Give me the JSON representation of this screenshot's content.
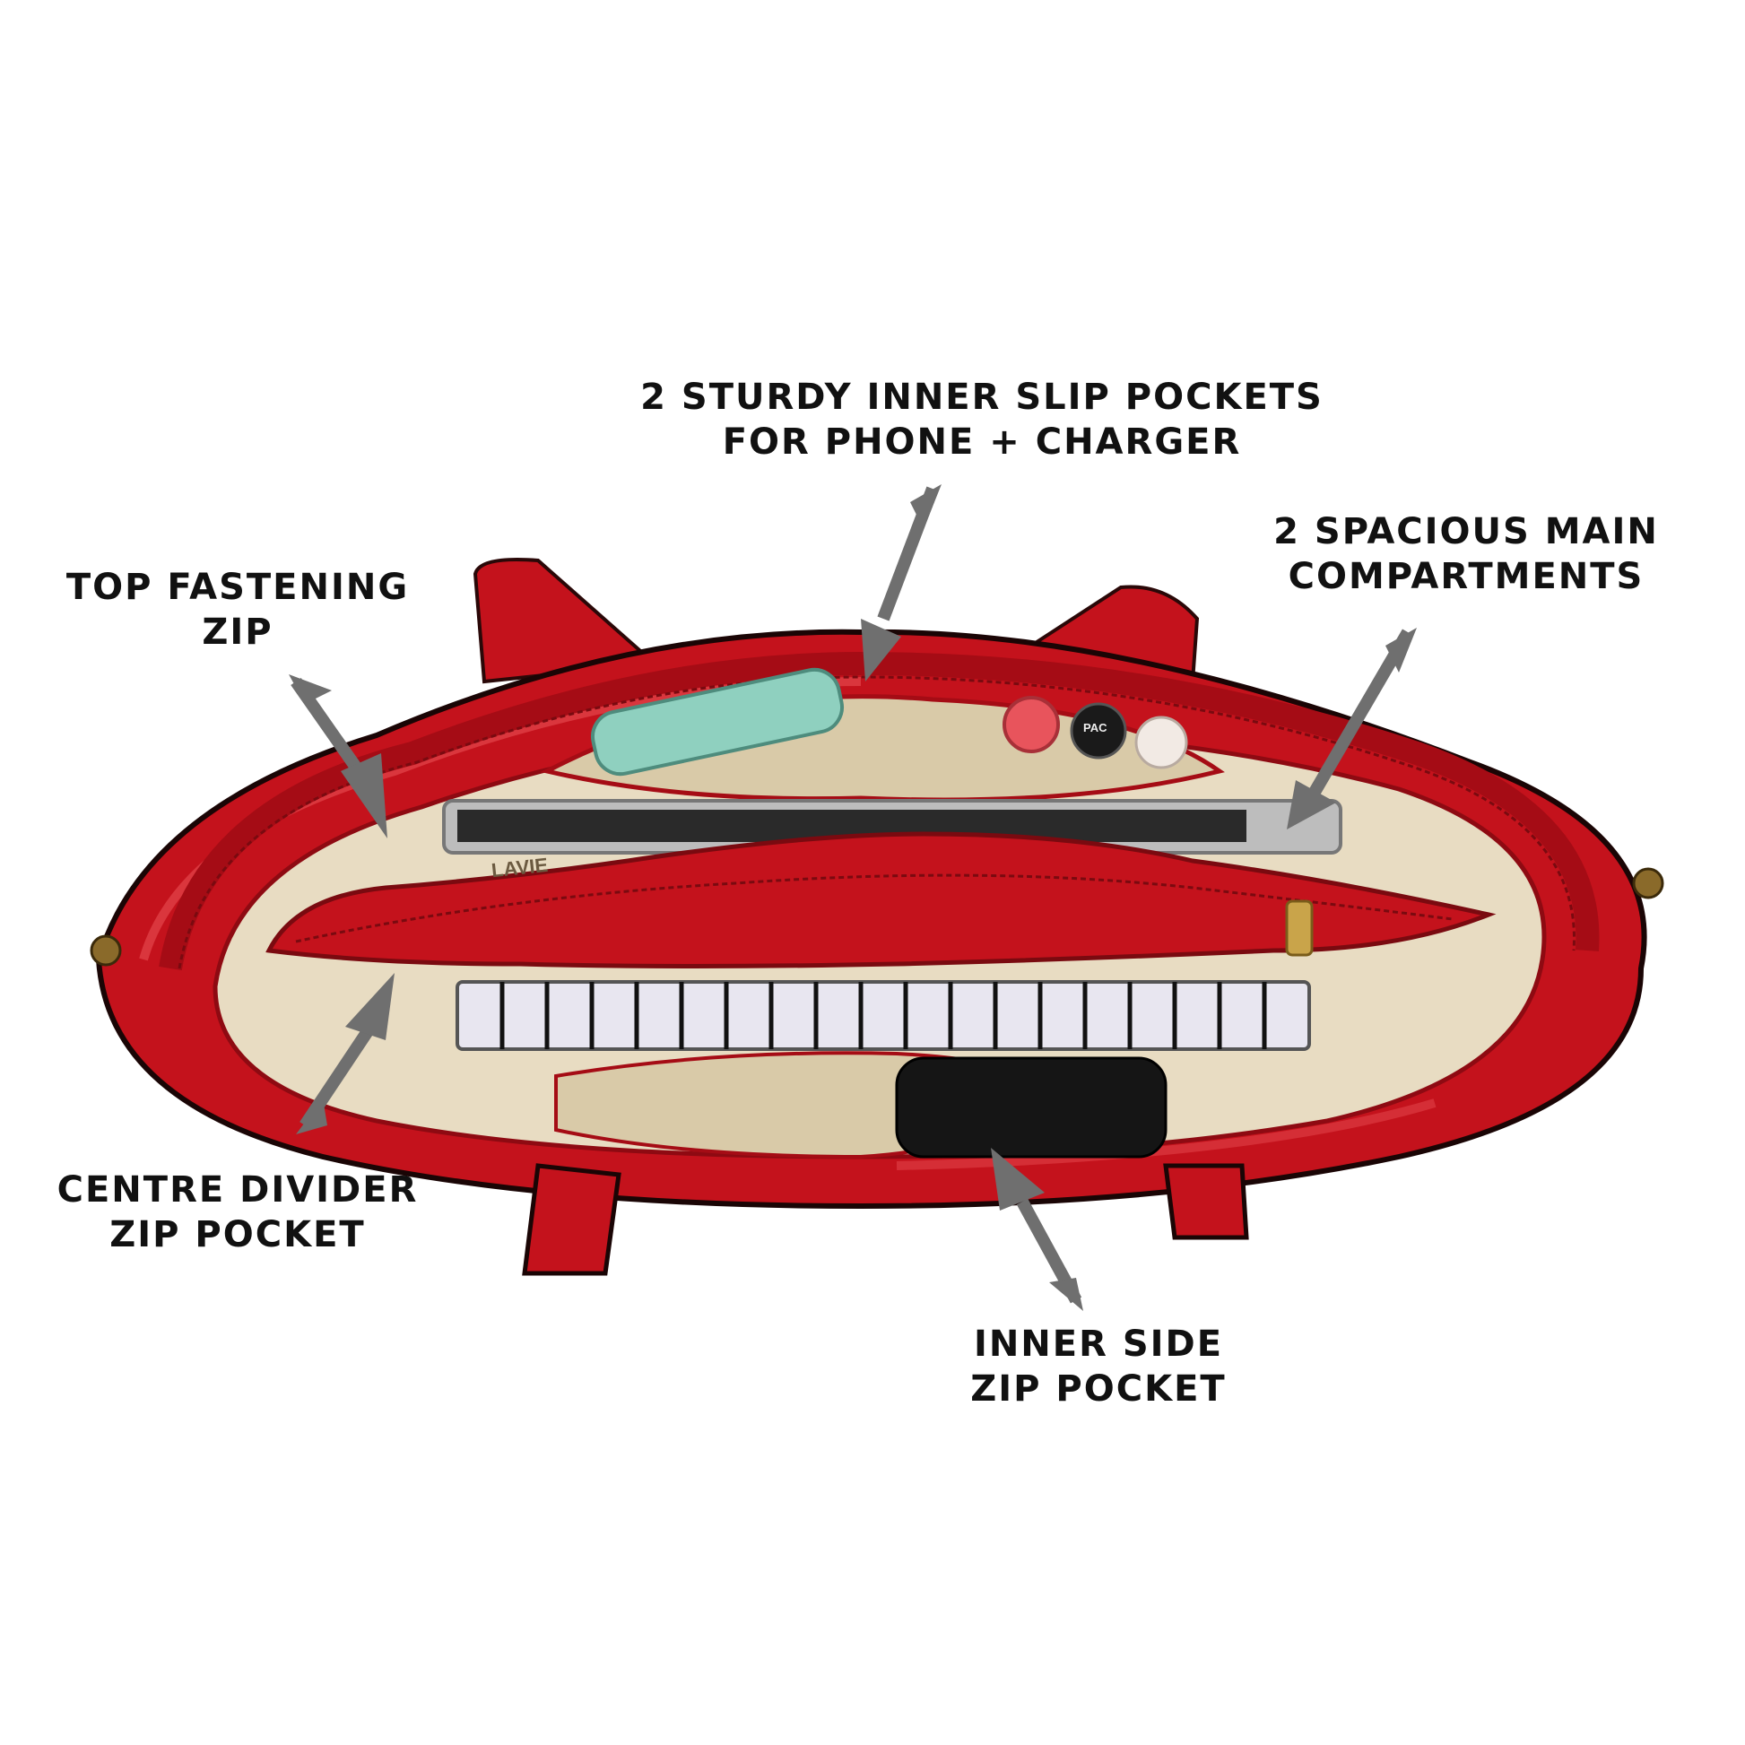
{
  "annotations": {
    "slip_pockets": {
      "line1": "2 STURDY INNER SLIP POCKETS",
      "line2": "FOR PHONE + CHARGER"
    },
    "main_compartments": {
      "line1": "2 SPACIOUS MAIN",
      "line2": "COMPARTMENTS"
    },
    "top_zip": {
      "line1": "TOP FASTENING",
      "line2": "ZIP"
    },
    "centre_divider": {
      "line1": "CENTRE DIVIDER",
      "line2": "ZIP POCKET"
    },
    "inner_side": {
      "line1": "INNER SIDE",
      "line2": "ZIP POCKET"
    }
  },
  "product": {
    "brand_print": "LAVIE",
    "lipstick_brand": "PAC"
  },
  "colors": {
    "bag_red": "#c4121c",
    "bag_dark_red": "#8e0a12",
    "lining_beige": "#e8dcc2",
    "arrow_grey": "#6f6f6f",
    "phone_mint": "#8fd0bf",
    "laptop_silver": "#bdbdbd"
  }
}
